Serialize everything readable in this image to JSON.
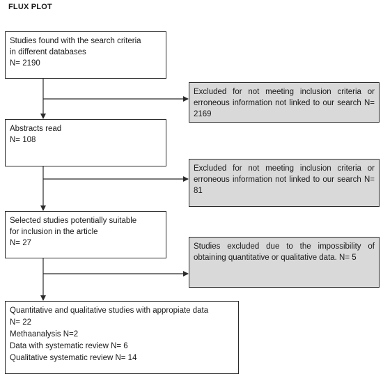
{
  "title": "FLUX PLOT",
  "boxes": {
    "found": "Studies found with the search criteria\nin different databases\nN= 2190",
    "abstracts": "Abstracts read\nN= 108",
    "selected": "Selected studies potentially suitable\nfor inclusion in the article\nN= 27",
    "final": "Quantitative and qualitative studies with appropiate data\n N= 22\nMethaanalysis N=2\nData with systematic review N= 6\nQualitative systematic review N= 14"
  },
  "excluded": {
    "e1": "Excluded for not meeting inclusion criteria or erroneous information not linked to our search N= 2169",
    "e2": "Excluded for not meeting inclusion criteria or erroneous information not linked to our search N= 81",
    "e3": "Studies excluded due to the impossibility of obtaining quantitative or qualitative data.  N= 5"
  },
  "colors": {
    "box_fill": "#ffffff",
    "excluded_fill": "#d9d9d9",
    "line": "#2b2b2b"
  }
}
